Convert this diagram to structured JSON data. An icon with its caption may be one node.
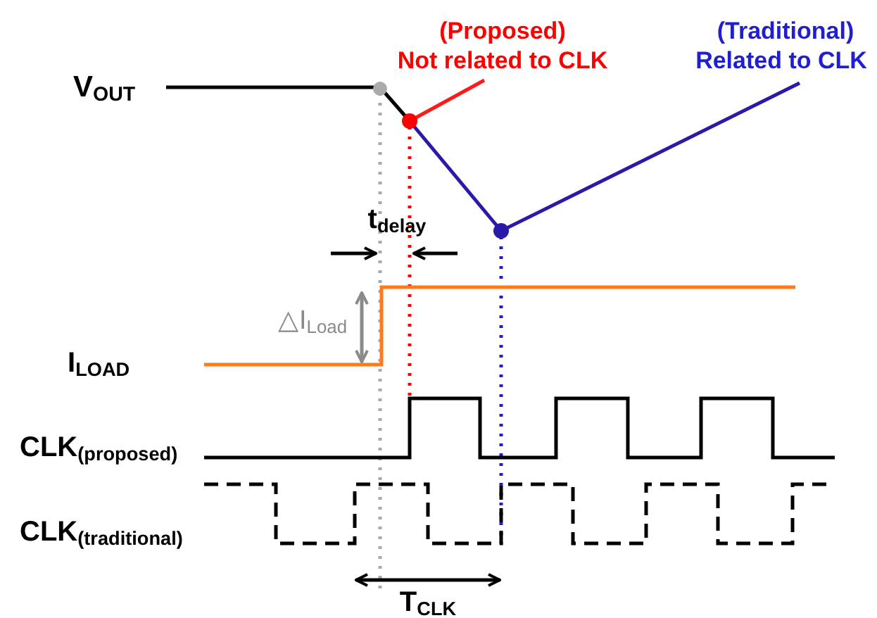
{
  "diagram": {
    "labels": [
      "(Proposed)",
      "Not related to CLK",
      "(Traditional)",
      "Related to CLK",
      "V$_{OUT}$",
      "t$_{delay}$",
      "△I$_{Load}$",
      "I$_{LOAD}$",
      "CLK$_{(proposed)}$",
      "CLK$_{(traditional)}$",
      "T$_{CLK}$"
    ]
  }
}
